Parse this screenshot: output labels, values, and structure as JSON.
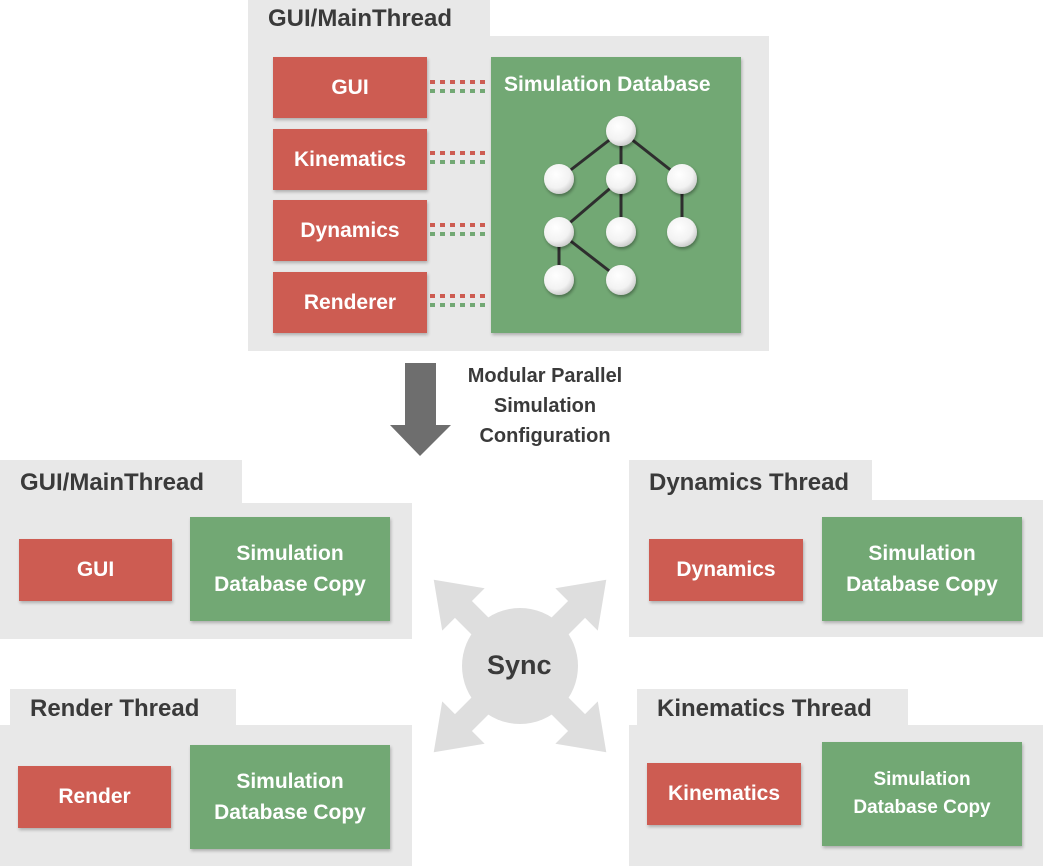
{
  "top": {
    "tab_label": "GUI/MainThread",
    "modules": [
      "GUI",
      "Kinematics",
      "Dynamics",
      "Renderer"
    ],
    "database_title": "Simulation Database"
  },
  "transition_label": "Modular Parallel\nSimulation\nConfiguration",
  "sync_label": "Sync",
  "threads": {
    "gui": {
      "tab_label": "GUI/MainThread",
      "module": "GUI",
      "db_copy": "Simulation\nDatabase Copy"
    },
    "dynamics": {
      "tab_label": "Dynamics Thread",
      "module": "Dynamics",
      "db_copy": "Simulation\nDatabase Copy"
    },
    "render": {
      "tab_label": "Render Thread",
      "module": "Render",
      "db_copy": "Simulation\nDatabase Copy"
    },
    "kinematics": {
      "tab_label": "Kinematics Thread",
      "module": "Kinematics",
      "db_copy": "Simulation\nDatabase Copy"
    }
  },
  "colors": {
    "module": "#cd5c52",
    "database": "#72a874",
    "panel": "#e8e8e8",
    "text": "#3a3a3a"
  }
}
